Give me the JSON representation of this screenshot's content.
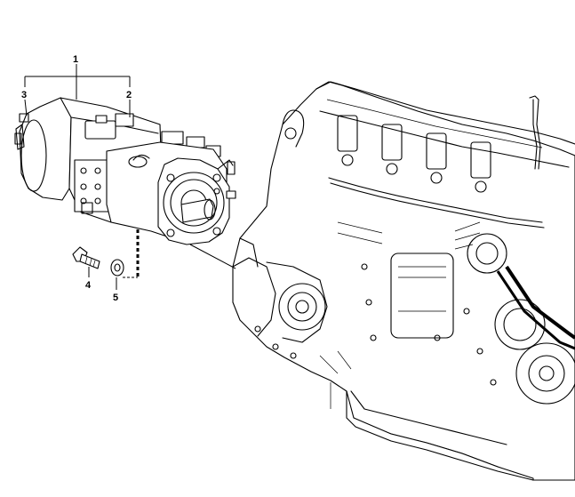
{
  "callouts": {
    "c1": "1",
    "c2": "2",
    "c3": "3",
    "c4": "4",
    "c5": "5"
  },
  "parts": {
    "pump": "hydraulic-pump-assembly-icon",
    "engine": "engine-block-icon",
    "bolt": "bolt-icon",
    "washer": "washer-icon"
  },
  "colors": {
    "line": "#000000",
    "background": "#ffffff"
  }
}
